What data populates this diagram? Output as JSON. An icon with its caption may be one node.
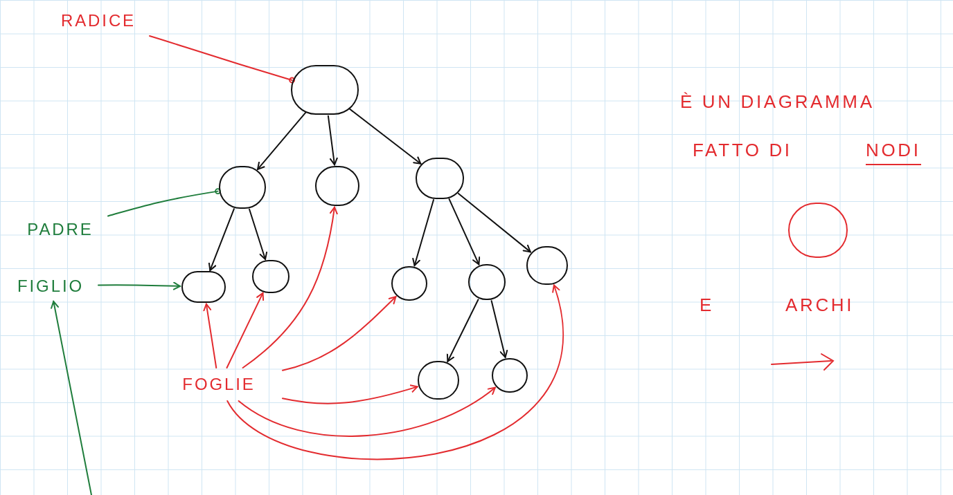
{
  "diagram": {
    "nodes": [
      {
        "text": [
          "RADICE"
        ]
      },
      {
        "text": [],
        "shape": "circle"
      },
      {
        "text": [],
        "shape": "circle"
      },
      {
        "text": [],
        "shape": "circle"
      },
      {
        "text": [],
        "shape": "circle"
      },
      {
        "text": [],
        "shape": "circle"
      },
      {
        "text": [],
        "shape": "circle"
      },
      {
        "text": [],
        "shape": "circle"
      },
      {
        "text": [],
        "shape": "circle"
      },
      {
        "text": [],
        "shape": "circle"
      },
      {
        "text": [],
        "shape": "circle"
      },
      {
        "text": [],
        "shape": "circle"
      },
      {
        "text": [
          "PADRE"
        ]
      },
      {
        "text": [
          "FIGLIO"
        ]
      },
      {
        "text": [
          "FOGLIE"
        ]
      },
      {
        "text": [],
        "shape": "circle"
      }
    ],
    "edges": [
      {
        "from": 1,
        "to": 2,
        "arrow": "to"
      },
      {
        "from": 1,
        "to": 3,
        "arrow": "to"
      },
      {
        "from": 1,
        "to": 4,
        "arrow": "to"
      },
      {
        "from": 2,
        "to": 5,
        "arrow": "to"
      },
      {
        "from": 2,
        "to": 6,
        "arrow": "to"
      },
      {
        "from": 4,
        "to": 7,
        "arrow": "to"
      },
      {
        "from": 4,
        "to": 8,
        "arrow": "to"
      },
      {
        "from": 4,
        "to": 9,
        "arrow": "to"
      },
      {
        "from": 8,
        "to": 10,
        "arrow": "to"
      },
      {
        "from": 8,
        "to": 11,
        "arrow": "to"
      },
      {
        "from": 0,
        "to": 1,
        "arrow": "other",
        "color": "#e32b2f"
      },
      {
        "from": 12,
        "to": 2,
        "arrow": "other",
        "color": "#1f7d3c"
      },
      {
        "from": 13,
        "to": 5,
        "arrow": "to",
        "color": "#1f7d3c"
      },
      {
        "from": null,
        "to": 13,
        "arrow": "to",
        "color": "#1f7d3c"
      },
      {
        "from": 14,
        "to": 5,
        "arrow": "to",
        "color": "#e32b2f"
      },
      {
        "from": 14,
        "to": 6,
        "arrow": "to",
        "color": "#e32b2f"
      },
      {
        "from": 14,
        "to": 3,
        "arrow": "to",
        "color": "#e32b2f"
      },
      {
        "from": 14,
        "to": 7,
        "arrow": "to",
        "color": "#e32b2f"
      },
      {
        "from": 14,
        "to": 10,
        "arrow": "to",
        "color": "#e32b2f"
      },
      {
        "from": 14,
        "to": 11,
        "arrow": "to",
        "color": "#e32b2f"
      },
      {
        "from": 14,
        "to": 9,
        "arrow": "to",
        "color": "#e32b2f"
      }
    ],
    "labels": [
      "È UN DIAGRAMMA",
      "FATTO DI",
      "NODI",
      "E",
      "ARCHI"
    ]
  }
}
